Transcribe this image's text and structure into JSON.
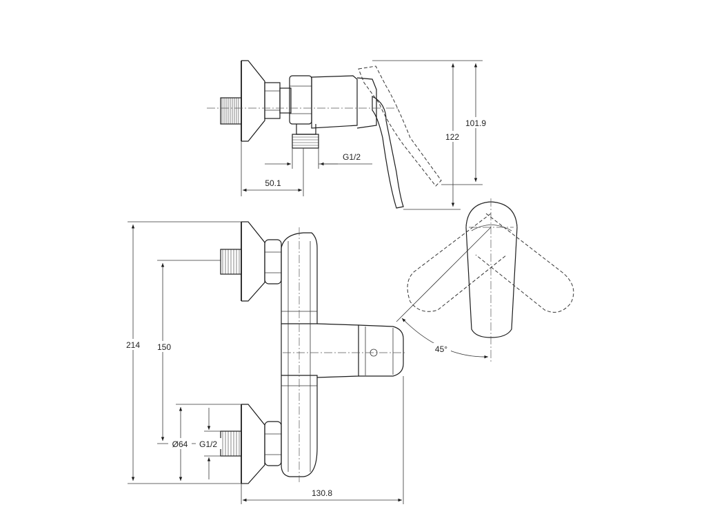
{
  "drawing": {
    "dimensions": {
      "top_height_outer": "122",
      "top_height_inner": "101.9",
      "top_depth": "50.1",
      "top_thread": "G1/2",
      "front_total_height": "214",
      "front_center_distance": "150",
      "front_rosette_diameter": "Ø64",
      "front_thread": "G1/2",
      "front_width": "130.8",
      "rotation_angle": "45°"
    }
  }
}
